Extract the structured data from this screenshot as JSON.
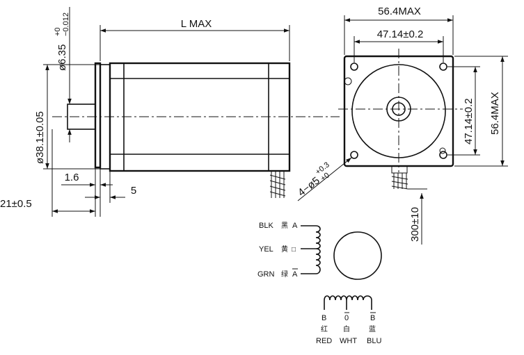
{
  "side_view": {
    "length_label": "L MAX",
    "shaft_dia_main": "ø6.35",
    "shaft_dia_tol_upper": "+0",
    "shaft_dia_tol_lower": "−0.012",
    "pilot_dia": "ø38.1±0.05",
    "flange_thickness": "1.6",
    "pilot_depth": "5",
    "shaft_length": "21±0.5"
  },
  "front_view": {
    "overall_width": "56.4MAX",
    "hole_spacing_x": "47.14±0.2",
    "hole_spacing_y": "47.14±0.2",
    "overall_height": "56.4MAX",
    "mount_holes_main": "4−ø5",
    "mount_holes_tol_upper": "+0.3",
    "mount_holes_tol_lower": "+0",
    "lead_length": "300±10"
  },
  "wiring": {
    "coil_a": [
      {
        "en": "BLK",
        "cn": "黑",
        "pin": "A"
      },
      {
        "en": "YEL",
        "cn": "黄",
        "pin": "□"
      },
      {
        "en": "GRN",
        "cn": "绿",
        "pin": "A",
        "pin_overline": true
      }
    ],
    "coil_b": [
      {
        "pin": "B",
        "cn": "红",
        "en": "RED"
      },
      {
        "pin": "0",
        "cn": "白",
        "en": "WHT",
        "pin_overline": true
      },
      {
        "pin": "B",
        "cn": "蓝",
        "en": "BLU",
        "pin_overline": true
      }
    ]
  }
}
